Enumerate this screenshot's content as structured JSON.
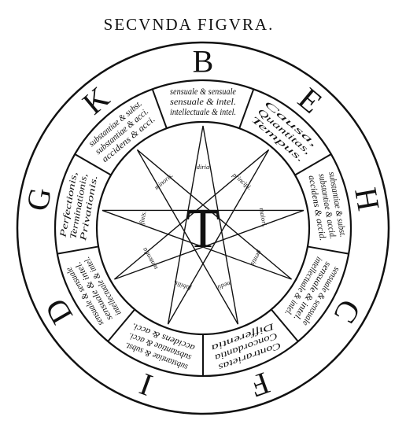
{
  "title": "SECVNDA FIGVRA.",
  "center_letter": "T",
  "outer_letters": [
    "B",
    "E",
    "H",
    "C",
    "F",
    "I",
    "D",
    "G",
    "K"
  ],
  "sectors": [
    {
      "lines": [
        "sensuale & sensuale",
        "sensuale & intel.",
        "intellectuale & intel."
      ]
    },
    {
      "lines": [
        "Causa,",
        "Quantitas,",
        "Tempus."
      ]
    },
    {
      "lines": [
        "substantiae & subst.",
        "substantiae & accid.",
        "accidens & accid."
      ]
    },
    {
      "lines": [
        "sensuale & sensuale",
        "sensuale & intel.",
        "intellectuale & intel."
      ]
    },
    {
      "lines": [
        "Contrarietas",
        "Concordantia",
        "Differentia"
      ]
    },
    {
      "lines": [
        "substantiae & subst.",
        "substantiae & acci.",
        "accidens & acci."
      ]
    },
    {
      "lines": [
        "sensuale & sensuale",
        "sensuale & intel.",
        "intellectuale & intel."
      ]
    },
    {
      "lines": [
        "Perfectionis,",
        "Terminationis,",
        "Privationis."
      ]
    },
    {
      "lines": [
        "substantiae & subst.",
        "substantiae & acci.",
        "accidens & acci."
      ]
    }
  ],
  "star_labels": [
    "diria",
    "principi.",
    "maiori.",
    "gentis.",
    "medii.",
    "fabilis.",
    "sententia",
    "finis.",
    "minoris."
  ],
  "colors": {
    "ink": "#111111",
    "paper": "#ffffff"
  }
}
